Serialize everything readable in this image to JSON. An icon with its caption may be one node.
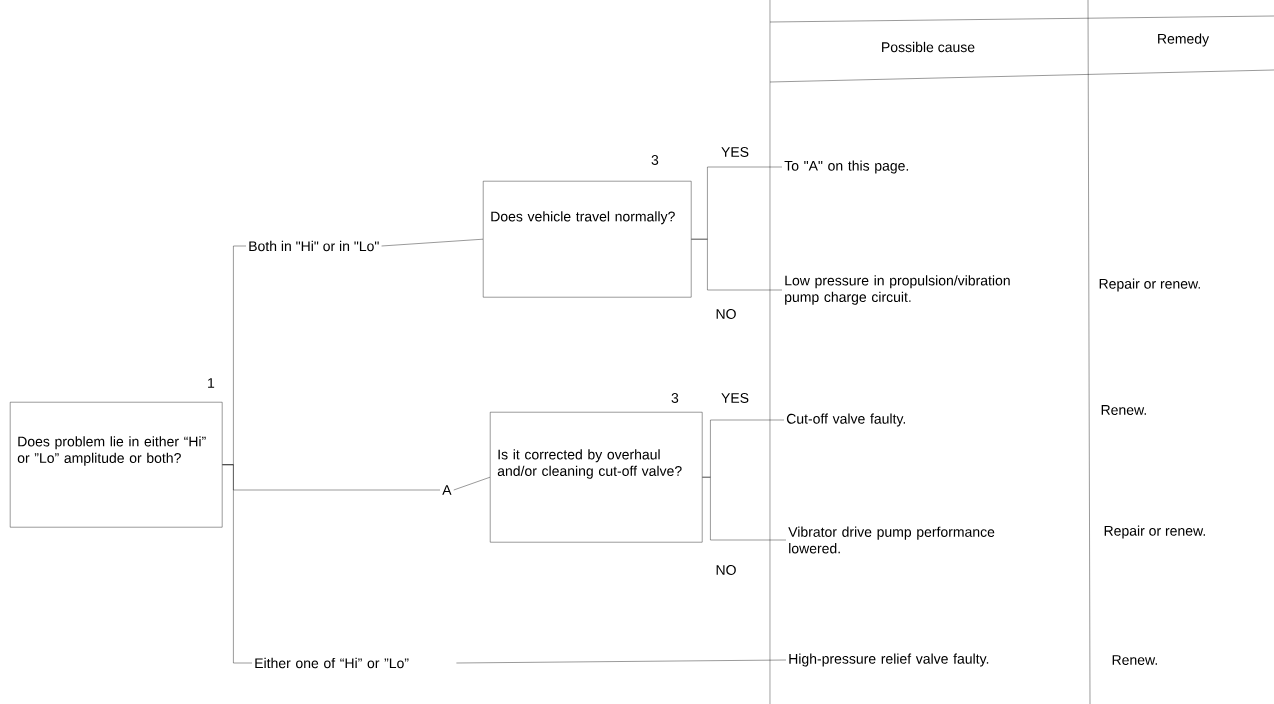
{
  "diagram": {
    "nodes": [
      {
        "text": [
          "Does problem lie in either “Hi” or ”Lo” amplitude or both?"
        ],
        "beside": [
          "1"
        ]
      },
      {
        "text": [
          "Both in \"Hi\" or in \"Lo\""
        ]
      },
      {
        "text": [
          "Does vehicle travel normally?"
        ],
        "beside": [
          "3"
        ]
      },
      {
        "text": [
          "A"
        ]
      },
      {
        "text": [
          "Is it corrected by overhaul and/or cleaning cut-off valve?"
        ],
        "beside": [
          "3"
        ]
      },
      {
        "text": [
          "Either one of “Hi” or ”Lo”"
        ]
      },
      {
        "text": [
          "To \"A\" on this page."
        ]
      },
      {
        "text": [
          "Low pressure in propulsion/vibration pump charge circuit."
        ]
      },
      {
        "text": [
          "Cut-off valve faulty."
        ]
      },
      {
        "text": [
          "Vibrator drive pump performance lowered."
        ]
      },
      {
        "text": [
          "High-pressure relief valve faulty."
        ]
      }
    ],
    "edges": [
      {
        "from": 0,
        "to": 1,
        "arrow": "none"
      },
      {
        "from": 0,
        "to": 3,
        "arrow": "none"
      },
      {
        "from": 0,
        "to": 5,
        "arrow": "none"
      },
      {
        "from": 1,
        "to": 2,
        "arrow": "none"
      },
      {
        "from": 3,
        "to": 4,
        "arrow": "none"
      },
      {
        "from": 2,
        "to": 6,
        "arrow": "none",
        "label": "YES"
      },
      {
        "from": 2,
        "to": 7,
        "arrow": "none",
        "label": "NO"
      },
      {
        "from": 4,
        "to": 8,
        "arrow": "none",
        "label": "YES"
      },
      {
        "from": 4,
        "to": 9,
        "arrow": "none",
        "label": "NO"
      },
      {
        "from": 5,
        "to": 10,
        "arrow": "none"
      }
    ],
    "labels": [
      "Possible cause",
      "Remedy",
      "Repair or renew.",
      "Renew.",
      "Repair or renew.",
      "Renew."
    ]
  }
}
